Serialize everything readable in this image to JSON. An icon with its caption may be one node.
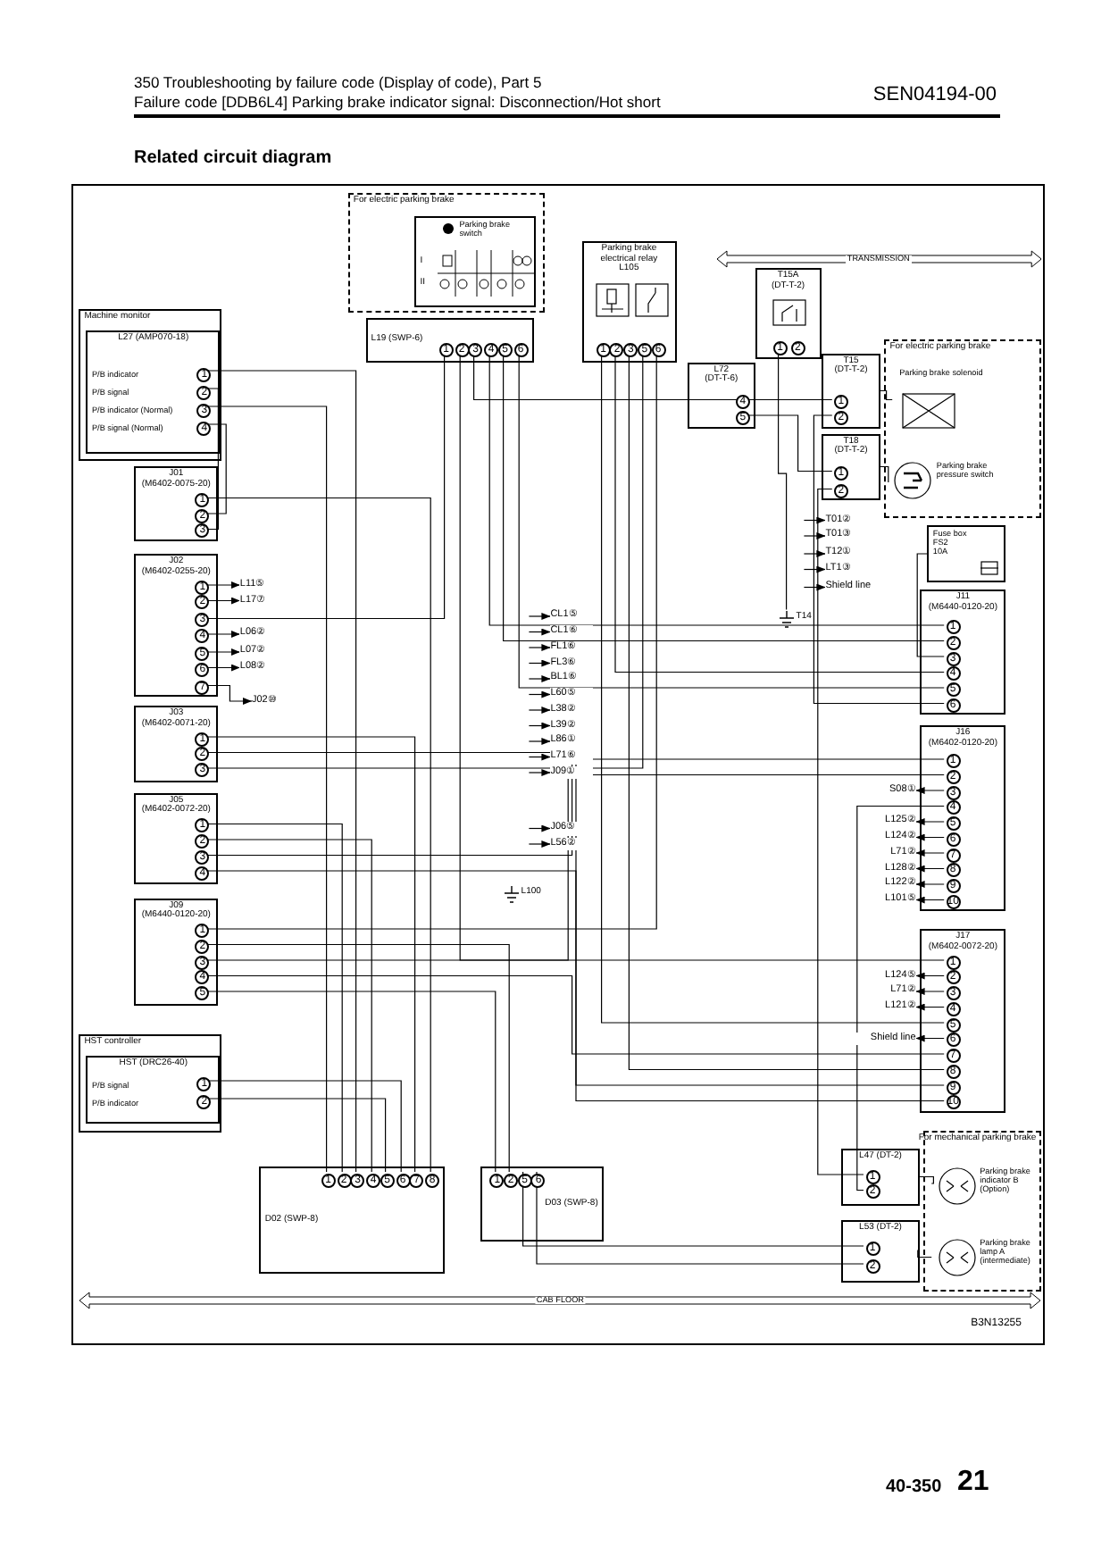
{
  "diagram": {
    "title": "Related circuit diagram",
    "nodes": [
      {
        "text": [
          "Machine monitor"
        ]
      },
      {
        "text": [
          "L27 (AMP070-18)",
          "P/B indicator",
          "P/B signal",
          "P/B indicator (Normal)",
          "P/B signal (Normal)"
        ],
        "in": 0
      },
      {
        "text": [
          "1"
        ],
        "in": 1
      },
      {
        "text": [
          "2"
        ],
        "in": 1
      },
      {
        "text": [
          "3"
        ],
        "in": 1
      },
      {
        "text": [
          "4"
        ],
        "in": 1
      },
      {
        "text": [
          "J01",
          "(M6402-0075-20)"
        ]
      },
      {
        "text": [
          "1"
        ],
        "in": 6
      },
      {
        "text": [
          "2"
        ],
        "in": 6
      },
      {
        "text": [
          "3"
        ],
        "in": 6
      },
      {
        "text": [
          "J02",
          "(M6402-0255-20)"
        ]
      },
      {
        "text": [
          "1"
        ],
        "in": 10
      },
      {
        "text": [
          "2"
        ],
        "in": 10
      },
      {
        "text": [
          "3"
        ],
        "in": 10
      },
      {
        "text": [
          "4"
        ],
        "in": 10
      },
      {
        "text": [
          "5"
        ],
        "in": 10
      },
      {
        "text": [
          "6"
        ],
        "in": 10
      },
      {
        "text": [
          "7"
        ],
        "in": 10
      },
      {
        "text": [
          "J03",
          "(M6402-0071-20)"
        ]
      },
      {
        "text": [
          "1"
        ],
        "in": 18
      },
      {
        "text": [
          "2"
        ],
        "in": 18
      },
      {
        "text": [
          "3"
        ],
        "in": 18
      },
      {
        "text": [
          "J05",
          "(M6402-0072-20)"
        ]
      },
      {
        "text": [
          "1"
        ],
        "in": 22
      },
      {
        "text": [
          "2"
        ],
        "in": 22
      },
      {
        "text": [
          "3"
        ],
        "in": 22
      },
      {
        "text": [
          "4"
        ],
        "in": 22
      },
      {
        "text": [
          "J09",
          "(M6440-0120-20)"
        ]
      },
      {
        "text": [
          "1"
        ],
        "in": 27
      },
      {
        "text": [
          "2"
        ],
        "in": 27
      },
      {
        "text": [
          "3"
        ],
        "in": 27
      },
      {
        "text": [
          "4"
        ],
        "in": 27
      },
      {
        "text": [
          "5"
        ],
        "in": 27
      },
      {
        "text": [
          "HST controller"
        ]
      },
      {
        "text": [
          "HST (DRC26-40)",
          "P/B signal",
          "P/B indicator"
        ],
        "in": 33
      },
      {
        "text": [
          "1"
        ],
        "in": 34
      },
      {
        "text": [
          "2"
        ],
        "in": 34
      },
      {
        "text": [
          "D02 (SWP-8)"
        ]
      },
      {
        "text": [
          "1"
        ],
        "in": 37
      },
      {
        "text": [
          "2"
        ],
        "in": 37
      },
      {
        "text": [
          "3"
        ],
        "in": 37
      },
      {
        "text": [
          "4"
        ],
        "in": 37
      },
      {
        "text": [
          "5"
        ],
        "in": 37
      },
      {
        "text": [
          "6"
        ],
        "in": 37
      },
      {
        "text": [
          "7"
        ],
        "in": 37
      },
      {
        "text": [
          "8"
        ],
        "in": 37
      },
      {
        "text": [
          "D03 (SWP-8)"
        ]
      },
      {
        "text": [
          "1"
        ],
        "in": 46
      },
      {
        "text": [
          "2"
        ],
        "in": 46
      },
      {
        "text": [
          "5"
        ],
        "in": 46
      },
      {
        "text": [
          "6"
        ],
        "in": 46
      },
      {
        "text": [
          "For electric parking brake"
        ]
      },
      {
        "text": [
          "Parking brake switch",
          "I",
          "II"
        ],
        "in": 51
      },
      {
        "text": [
          "L19 (SWP-6)"
        ]
      },
      {
        "text": [
          "1"
        ],
        "in": 53
      },
      {
        "text": [
          "2"
        ],
        "in": 53
      },
      {
        "text": [
          "3"
        ],
        "in": 53
      },
      {
        "text": [
          "4"
        ],
        "in": 53
      },
      {
        "text": [
          "5"
        ],
        "in": 53
      },
      {
        "text": [
          "6"
        ],
        "in": 53
      },
      {
        "text": [
          "Parking brake electrical relay",
          "L105"
        ]
      },
      {
        "text": [
          "1"
        ],
        "in": 60
      },
      {
        "text": [
          "2"
        ],
        "in": 60
      },
      {
        "text": [
          "3"
        ],
        "in": 60
      },
      {
        "text": [
          "5"
        ],
        "in": 60
      },
      {
        "text": [
          "6"
        ],
        "in": 60
      },
      {
        "text": [
          "T15A",
          "(DT-T-2)"
        ]
      },
      {
        "text": [
          "1"
        ],
        "in": 66
      },
      {
        "text": [
          "2"
        ],
        "in": 66
      },
      {
        "text": [
          "L72",
          "(DT-T-6)"
        ]
      },
      {
        "text": [
          "4"
        ],
        "in": 69
      },
      {
        "text": [
          "5"
        ],
        "in": 69
      },
      {
        "text": [
          "For electric parking brake"
        ]
      },
      {
        "text": [
          "T15",
          "(DT-T-2)"
        ]
      },
      {
        "text": [
          "1"
        ],
        "in": 73
      },
      {
        "text": [
          "2"
        ],
        "in": 73
      },
      {
        "text": [
          "Parking brake solenoid"
        ],
        "in": 72
      },
      {
        "text": [
          "T18",
          "(DT-T-2)"
        ]
      },
      {
        "text": [
          "1"
        ],
        "in": 77
      },
      {
        "text": [
          "2"
        ],
        "in": 77
      },
      {
        "text": [
          "Parking brake pressure switch"
        ],
        "in": 72
      },
      {
        "text": [
          "T14"
        ]
      },
      {
        "text": [
          "T01②"
        ]
      },
      {
        "text": [
          "T01③"
        ]
      },
      {
        "text": [
          "T12①"
        ]
      },
      {
        "text": [
          "LT1③"
        ]
      },
      {
        "text": [
          "Shield line"
        ]
      },
      {
        "text": [
          "Fuse box",
          "FS2",
          "10A"
        ]
      },
      {
        "text": [
          "J11",
          "(M6440-0120-20)"
        ]
      },
      {
        "text": [
          "1"
        ],
        "in": 88
      },
      {
        "text": [
          "2"
        ],
        "in": 88
      },
      {
        "text": [
          "3"
        ],
        "in": 88
      },
      {
        "text": [
          "4"
        ],
        "in": 88
      },
      {
        "text": [
          "5"
        ],
        "in": 88
      },
      {
        "text": [
          "6"
        ],
        "in": 88
      },
      {
        "text": [
          "J16",
          "(M6402-0120-20)"
        ]
      },
      {
        "text": [
          "1"
        ],
        "in": 95
      },
      {
        "text": [
          "2"
        ],
        "in": 95
      },
      {
        "text": [
          "3"
        ],
        "in": 95
      },
      {
        "text": [
          "4"
        ],
        "in": 95
      },
      {
        "text": [
          "5"
        ],
        "in": 95
      },
      {
        "text": [
          "6"
        ],
        "in": 95
      },
      {
        "text": [
          "7"
        ],
        "in": 95
      },
      {
        "text": [
          "8"
        ],
        "in": 95
      },
      {
        "text": [
          "9"
        ],
        "in": 95
      },
      {
        "text": [
          "10"
        ],
        "in": 95
      },
      {
        "text": [
          "S08①"
        ]
      },
      {
        "text": [
          "L125②"
        ]
      },
      {
        "text": [
          "L124②"
        ]
      },
      {
        "text": [
          "L71②"
        ]
      },
      {
        "text": [
          "L128②"
        ]
      },
      {
        "text": [
          "L122②"
        ]
      },
      {
        "text": [
          "L101⑤"
        ]
      },
      {
        "text": [
          "J17",
          "(M6402-0072-20)"
        ]
      },
      {
        "text": [
          "1"
        ],
        "in": 113
      },
      {
        "text": [
          "2"
        ],
        "in": 113
      },
      {
        "text": [
          "3"
        ],
        "in": 113
      },
      {
        "text": [
          "4"
        ],
        "in": 113
      },
      {
        "text": [
          "5"
        ],
        "in": 113
      },
      {
        "text": [
          "6"
        ],
        "in": 113
      },
      {
        "text": [
          "7"
        ],
        "in": 113
      },
      {
        "text": [
          "8"
        ],
        "in": 113
      },
      {
        "text": [
          "9"
        ],
        "in": 113
      },
      {
        "text": [
          "10"
        ],
        "in": 113
      },
      {
        "text": [
          "L124⑤"
        ]
      },
      {
        "text": [
          "L71②"
        ]
      },
      {
        "text": [
          "L121②"
        ]
      },
      {
        "text": [
          "Shield line"
        ]
      },
      {
        "text": [
          "For mechanical parking brake"
        ]
      },
      {
        "text": [
          "L47 (DT-2)"
        ]
      },
      {
        "text": [
          "1"
        ],
        "in": 129
      },
      {
        "text": [
          "2"
        ],
        "in": 129
      },
      {
        "text": [
          "Parking brake indicator B",
          "(Option)"
        ],
        "in": 128
      },
      {
        "text": [
          "L53 (DT-2)"
        ]
      },
      {
        "text": [
          "1"
        ],
        "in": 133
      },
      {
        "text": [
          "2"
        ],
        "in": 133
      },
      {
        "text": [
          "Parking brake lamp A",
          "(intermediate)"
        ],
        "in": 128
      },
      {
        "text": [
          "L100"
        ]
      },
      {
        "text": [
          "CL1⑤"
        ]
      },
      {
        "text": [
          "CL1⑥"
        ]
      },
      {
        "text": [
          "FL1⑥"
        ]
      },
      {
        "text": [
          "FL3⑥"
        ]
      },
      {
        "text": [
          "BL1⑥"
        ]
      },
      {
        "text": [
          "L60⑤"
        ]
      },
      {
        "text": [
          "L38②"
        ]
      },
      {
        "text": [
          "L39②"
        ]
      },
      {
        "text": [
          "L86①"
        ]
      },
      {
        "text": [
          "L71⑥"
        ]
      },
      {
        "text": [
          "J09①"
        ]
      },
      {
        "text": [
          "J06⑤"
        ]
      },
      {
        "text": [
          "L56②"
        ]
      },
      {
        "text": [
          "L11⑤"
        ]
      },
      {
        "text": [
          "L17⑦"
        ]
      },
      {
        "text": [
          "L06②"
        ]
      },
      {
        "text": [
          "L07②"
        ]
      },
      {
        "text": [
          "L08②"
        ]
      },
      {
        "text": [
          "J02⑩"
        ]
      }
    ],
    "edges": [
      {
        "from": 2,
        "to": 40,
        "arrow": "none"
      },
      {
        "from": 3,
        "to": 9,
        "arrow": "none"
      },
      {
        "from": 4,
        "to": 38,
        "arrow": "none"
      },
      {
        "from": 5,
        "to": 8,
        "arrow": "none"
      },
      {
        "from": 7,
        "to": 45,
        "arrow": "none"
      },
      {
        "from": 13,
        "to": 54,
        "arrow": "none"
      },
      {
        "from": 19,
        "to": 44,
        "arrow": "none"
      },
      {
        "from": 20,
        "to": 122,
        "arrow": "none"
      },
      {
        "from": 21,
        "to": 64,
        "arrow": "none"
      },
      {
        "from": 23,
        "to": 39,
        "arrow": "none"
      },
      {
        "from": 24,
        "to": 41,
        "arrow": "none"
      },
      {
        "from": 25,
        "to": 96,
        "arrow": "none"
      },
      {
        "from": 26,
        "to": 123,
        "arrow": "none"
      },
      {
        "from": 28,
        "to": 65,
        "arrow": "none"
      },
      {
        "from": 29,
        "to": 48,
        "arrow": "none"
      },
      {
        "from": 30,
        "to": 97,
        "arrow": "none"
      },
      {
        "from": 31,
        "to": 120,
        "arrow": "none"
      },
      {
        "from": 32,
        "to": 47,
        "arrow": "none"
      },
      {
        "from": 35,
        "to": 43,
        "arrow": "none"
      },
      {
        "from": 36,
        "to": 42,
        "arrow": "none"
      },
      {
        "from": 55,
        "to": 114,
        "arrow": "none"
      },
      {
        "from": 56,
        "to": 70,
        "arrow": "none"
      },
      {
        "from": 57,
        "to": 89,
        "arrow": "none"
      },
      {
        "from": 58,
        "to": 90,
        "arrow": "none"
      },
      {
        "from": 59,
        "to": 93,
        "arrow": "none"
      },
      {
        "from": 61,
        "to": 118,
        "arrow": "none"
      },
      {
        "from": 62,
        "to": 92,
        "arrow": "none"
      },
      {
        "from": 63,
        "to": 121,
        "arrow": "none"
      },
      {
        "from": 70,
        "to": 74,
        "arrow": "none"
      },
      {
        "from": 71,
        "to": 78,
        "arrow": "none"
      },
      {
        "from": 67,
        "to": 81,
        "arrow": "none"
      },
      {
        "from": 75,
        "to": 94,
        "arrow": "none"
      },
      {
        "from": 79,
        "to": 130,
        "arrow": "none"
      },
      {
        "from": 87,
        "to": 91,
        "arrow": "none"
      },
      {
        "from": 131,
        "to": 99,
        "arrow": "none"
      },
      {
        "from": 134,
        "to": 49,
        "arrow": "none"
      },
      {
        "from": 135,
        "to": 50,
        "arrow": "none"
      },
      {
        "from": 73,
        "to": 76,
        "arrow": "none"
      },
      {
        "from": 77,
        "to": 80,
        "arrow": "none"
      },
      {
        "from": 129,
        "to": 132,
        "arrow": "none"
      },
      {
        "from": 133,
        "to": 136,
        "arrow": "none"
      },
      {
        "from": 98,
        "to": 106,
        "arrow": "to"
      },
      {
        "from": 100,
        "to": 107,
        "arrow": "to"
      },
      {
        "from": 101,
        "to": 108,
        "arrow": "to"
      },
      {
        "from": 102,
        "to": 109,
        "arrow": "to"
      },
      {
        "from": 103,
        "to": 110,
        "arrow": "to"
      },
      {
        "from": 104,
        "to": 111,
        "arrow": "to"
      },
      {
        "from": 105,
        "to": 112,
        "arrow": "to"
      },
      {
        "from": 115,
        "to": 124,
        "arrow": "to"
      },
      {
        "from": 116,
        "to": 125,
        "arrow": "to"
      },
      {
        "from": 117,
        "to": 126,
        "arrow": "to"
      },
      {
        "from": 119,
        "to": 127,
        "arrow": "to"
      },
      {
        "from": 11,
        "to": 151,
        "arrow": "to"
      },
      {
        "from": 12,
        "to": 152,
        "arrow": "to"
      },
      {
        "from": 14,
        "to": 153,
        "arrow": "to"
      },
      {
        "from": 15,
        "to": 154,
        "arrow": "to"
      },
      {
        "from": 16,
        "to": 155,
        "arrow": "to"
      },
      {
        "from": 17,
        "to": 156,
        "arrow": "to"
      },
      {
        "from": null,
        "to": 82,
        "arrow": "to"
      },
      {
        "from": null,
        "to": 83,
        "arrow": "to"
      },
      {
        "from": null,
        "to": 84,
        "arrow": "to"
      },
      {
        "from": null,
        "to": 85,
        "arrow": "to"
      },
      {
        "from": null,
        "to": 86,
        "arrow": "to"
      },
      {
        "from": null,
        "to": 138,
        "arrow": "to"
      },
      {
        "from": null,
        "to": 139,
        "arrow": "to"
      },
      {
        "from": null,
        "to": 140,
        "arrow": "to"
      },
      {
        "from": null,
        "to": 141,
        "arrow": "to"
      },
      {
        "from": null,
        "to": 142,
        "arrow": "to"
      },
      {
        "from": null,
        "to": 143,
        "arrow": "to"
      },
      {
        "from": null,
        "to": 144,
        "arrow": "to"
      },
      {
        "from": null,
        "to": 145,
        "arrow": "to"
      },
      {
        "from": null,
        "to": 146,
        "arrow": "to"
      },
      {
        "from": null,
        "to": 147,
        "arrow": "to"
      },
      {
        "from": null,
        "to": 148,
        "arrow": "to"
      },
      {
        "from": null,
        "to": 149,
        "arrow": "to"
      },
      {
        "from": null,
        "to": 150,
        "arrow": "to"
      }
    ],
    "labels": [
      "350 Troubleshooting by failure code (Display of code), Part 5",
      "Failure code [DDB6L4] Parking brake indicator signal: Disconnection/Hot short",
      "SEN04194-00",
      "TRANSMISSION",
      "CAB FLOOR",
      "B3N13255",
      "40-350",
      "21"
    ]
  }
}
